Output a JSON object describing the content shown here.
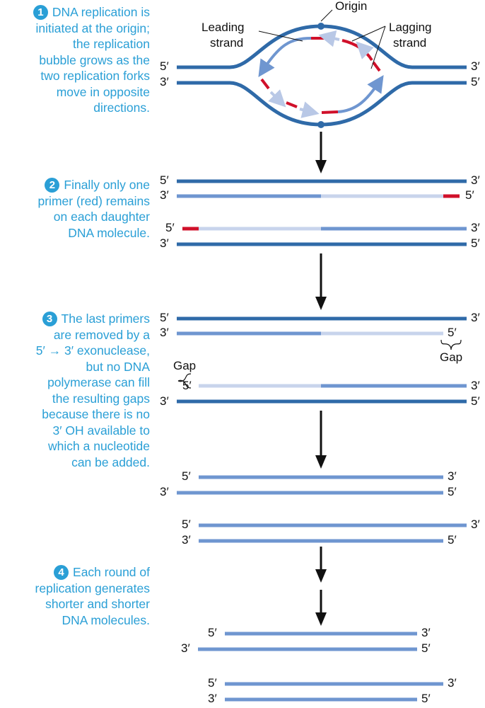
{
  "steps": [
    {
      "number": "1",
      "line1": "DNA replication is",
      "line2": "initiated at the origin;",
      "line3": "the replication",
      "line4": "bubble grows as the",
      "line5": "two replication forks",
      "line6": "move in opposite",
      "line7": "directions."
    },
    {
      "number": "2",
      "line1": "Finally only one",
      "line2": "primer (red) remains",
      "line3": "on each daughter",
      "line4": "DNA molecule."
    },
    {
      "number": "3",
      "line1": "The last primers",
      "line2": "are removed by a",
      "line3": "5′ → 3′ exonuclease,",
      "line4": "but no DNA",
      "line5": "polymerase can fill",
      "line6": "the resulting gaps",
      "line7": "because there is no",
      "line8": "3′ OH available to",
      "line9": "which a nucleotide",
      "line10": "can be added."
    },
    {
      "number": "4",
      "line1": "Each round of",
      "line2": "replication generates",
      "line3": "shorter and shorter",
      "line4": "DNA molecules."
    }
  ],
  "labels": {
    "origin": "Origin",
    "leading_line1": "Leading",
    "leading_line2": "strand",
    "lagging_line1": "Lagging",
    "lagging_line2": "strand",
    "gap": "Gap",
    "five": "5′",
    "three": "3′"
  },
  "colors": {
    "parent_strand": "#2f6aa8",
    "new_strand": "#6f96d0",
    "light_strand": "#c8d4ec",
    "primer": "#d0102a",
    "text_accent": "#2a9fd6"
  }
}
